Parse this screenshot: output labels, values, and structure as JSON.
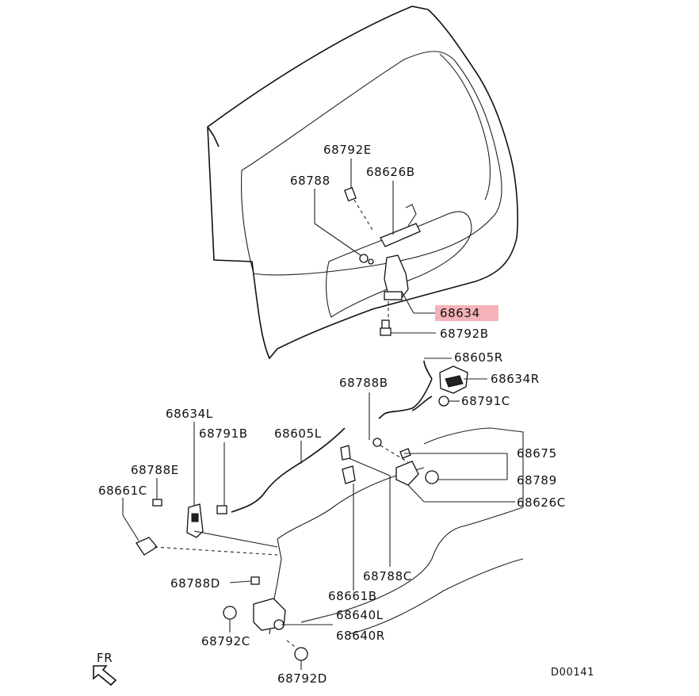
{
  "diagram": {
    "highlight_color": "#f4b3b8",
    "labels": {
      "p68792E": "68792E",
      "p68788": "68788",
      "p68626B": "68626B",
      "p68634": "68634",
      "p68792B": "68792B",
      "p68605R": "68605R",
      "p68634R": "68634R",
      "p68788B": "68788B",
      "p68791C": "68791C",
      "p68634L": "68634L",
      "p68791B": "68791B",
      "p68605L": "68605L",
      "p68675": "68675",
      "p68788E": "68788E",
      "p68789": "68789",
      "p68661C": "68661C",
      "p68626C": "68626C",
      "p68788C": "68788C",
      "p68788D": "68788D",
      "p68661B": "68661B",
      "p68640L": "68640L",
      "p68792C": "68792C",
      "p68640R": "68640R",
      "p68792D": "68792D"
    },
    "front_marker": "FR",
    "diagram_code": "D00141"
  }
}
